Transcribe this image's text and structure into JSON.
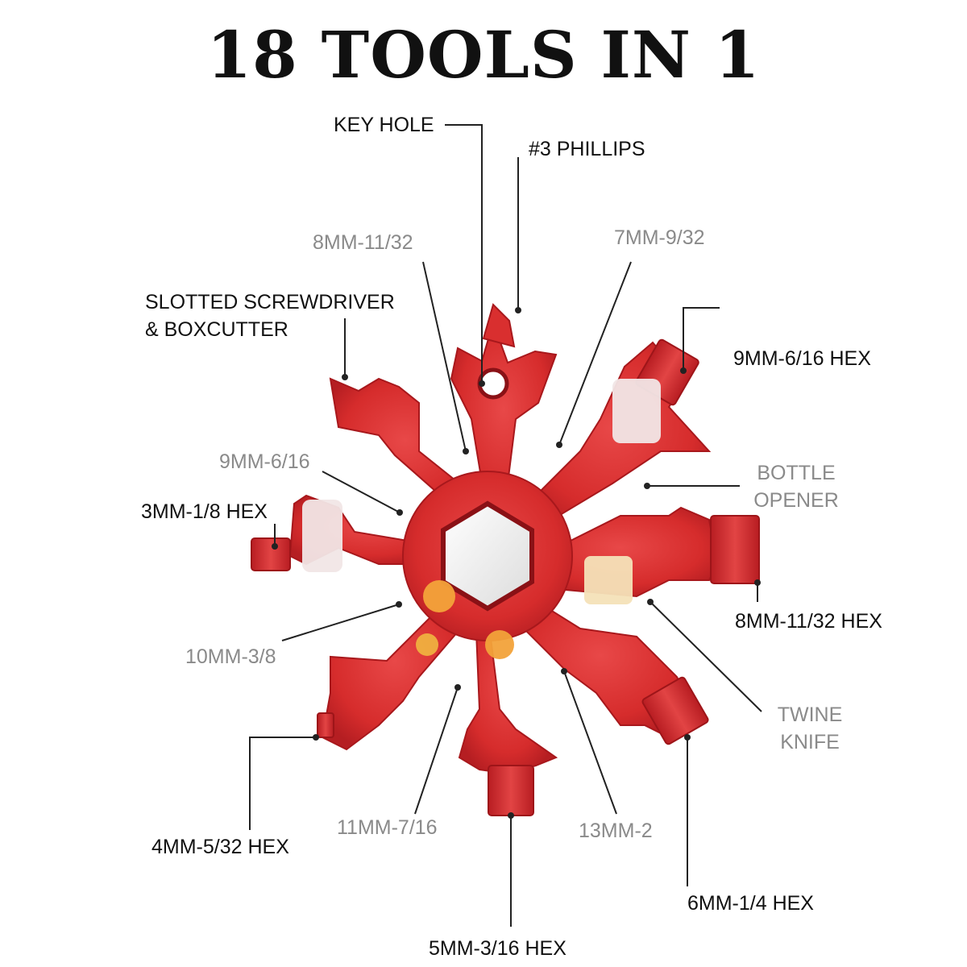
{
  "title": "18 TOOLS IN 1",
  "colors": {
    "tool_red": "#d92f2f",
    "tool_dark": "#a8181c",
    "tool_light": "#ee6a6a",
    "label_dark": "#111111",
    "label_grey": "#8a8a8a",
    "leader_line": "#222222"
  },
  "labels": {
    "key_hole": "KEY HOLE",
    "phillips": "#3 PHILLIPS",
    "mm8_1132": "8MM-11/32",
    "mm7_932": "7MM-9/32",
    "slotted_line1": "SLOTTED SCREWDRIVER",
    "slotted_line2": "& BOXCUTTER",
    "hex9_616": "9MM-6/16 HEX",
    "mm9_616": "9MM-6/16",
    "bottle_line1": "BOTTLE",
    "bottle_line2": "OPENER",
    "hex3_18": "3MM-1/8 HEX",
    "hex8_1132": "8MM-11/32 HEX",
    "mm10_38": "10MM-3/8",
    "twine_line1": "TWINE",
    "twine_line2": "KNIFE",
    "hex4_532": "4MM-5/32 HEX",
    "mm11_716": "11MM-7/16",
    "mm13_2": "13MM-2",
    "hex6_14": "6MM-1/4 HEX",
    "hex5_316": "5MM-3/16 HEX"
  }
}
